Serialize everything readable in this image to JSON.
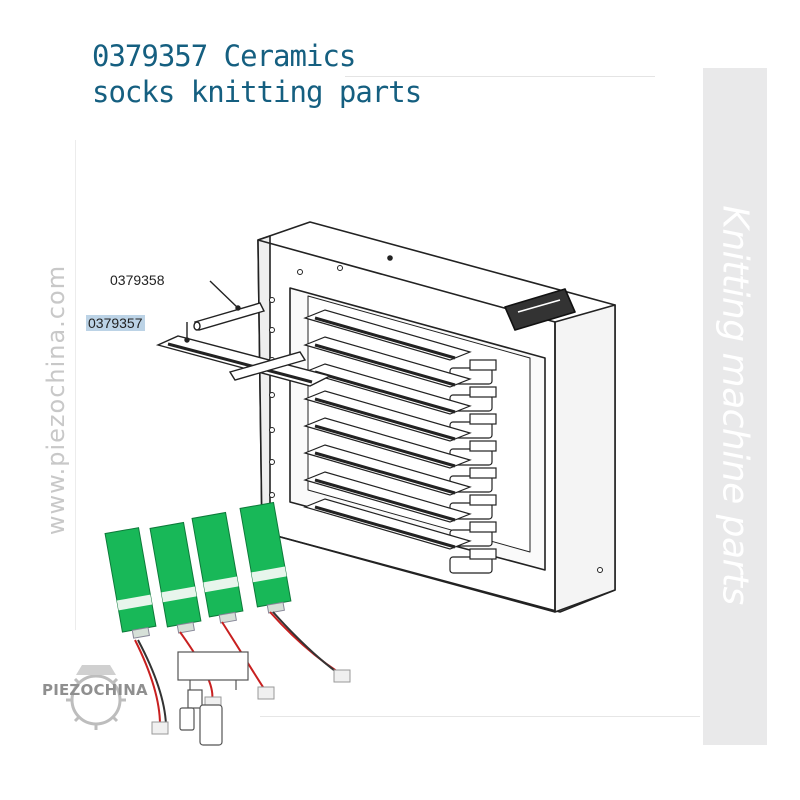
{
  "title": {
    "line1": "0379357 Ceramics",
    "line2": "socks knitting parts"
  },
  "side_text": "Knitting machine parts",
  "website": "www.piezochina.com",
  "labels": {
    "pin": "0379358",
    "ceramic": "0379357"
  },
  "logo_text": "PIEZOCHINA",
  "colors": {
    "title": "#155f80",
    "side_band": "#e9e9ea",
    "board_green": "#18b858",
    "highlight": "#bcd3e6"
  }
}
